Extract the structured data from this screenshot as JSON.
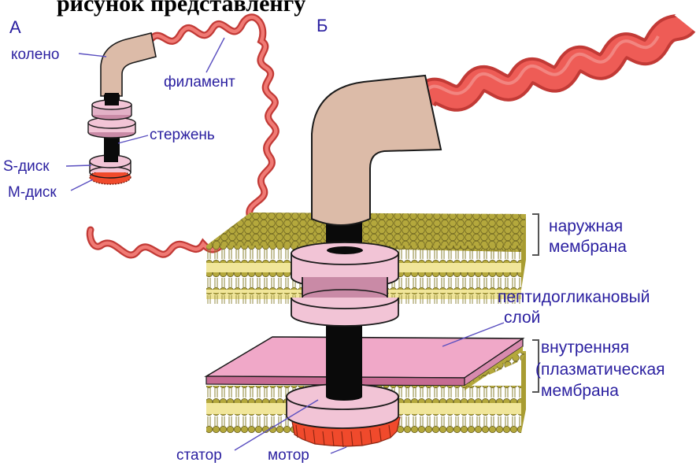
{
  "header_fragment": "рисунок представленгу",
  "panel_a": {
    "letter": "А",
    "labels": {
      "knee": "колено",
      "filament": "филамент",
      "rod": "стержень",
      "s_disk": "S-диск",
      "m_disk": "М-диск"
    }
  },
  "panel_b": {
    "letter": "Б",
    "labels": {
      "outer_line1": "наружная",
      "outer_line2": "мембрана",
      "pg_line1": "пептидогликановый",
      "pg_line2": "слой",
      "inner_line1": "внутренняя",
      "inner_line2": "(плазматическая",
      "inner_line3": "мембрана",
      "stator": "статор",
      "motor": "мотор"
    }
  },
  "colors": {
    "label_text": "#2a1fa0",
    "filament": "#e8534f",
    "filament_dark": "#c23a36",
    "hook": "#dcbba8",
    "disk": "#f2c4d6",
    "disk_dark": "#c98aa6",
    "rod": "#0a0a0a",
    "lipid_head": "#b4a83c",
    "membrane_core": "#f1e69a",
    "peptidoglycan": "#f0a8c8",
    "motor": "#f04a2c"
  }
}
